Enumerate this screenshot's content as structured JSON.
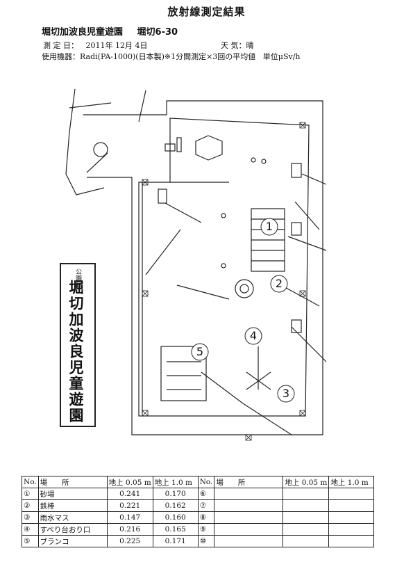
{
  "doc": {
    "title": "放射線測定結果",
    "park_name": "堀切加波良児童遊園",
    "park_address": "堀切6-30",
    "date_label": "測 定 日：",
    "date_value": "2011年 12月 4日",
    "weather_label": "天 気：",
    "weather_value": "晴",
    "device_label": "使用機器：",
    "device_value": "Radi(PA-1000)(日本製)※1分間測定×3回の平均値",
    "unit": "単位μSv/h"
  },
  "map": {
    "park_label": "公園名",
    "park_name_vertical": "堀切加波良児童遊園",
    "markers": [
      "1",
      "2",
      "3",
      "4",
      "5"
    ]
  },
  "table": {
    "headers": [
      "No.",
      "場　　所",
      "地上 0.05 m",
      "地上 1.0 m",
      "No.",
      "場　　所",
      "地上 0.05 m",
      "地上 1.0 m"
    ],
    "rows": [
      {
        "no": "①",
        "place": "砂場",
        "v005": "0.241",
        "v10": "0.170",
        "no2": "⑥",
        "place2": "",
        "v005_2": "",
        "v10_2": ""
      },
      {
        "no": "②",
        "place": "鉄棒",
        "v005": "0.221",
        "v10": "0.162",
        "no2": "⑦",
        "place2": "",
        "v005_2": "",
        "v10_2": ""
      },
      {
        "no": "③",
        "place": "雨水マス",
        "v005": "0.147",
        "v10": "0.160",
        "no2": "⑧",
        "place2": "",
        "v005_2": "",
        "v10_2": ""
      },
      {
        "no": "④",
        "place": "すべり台おり口",
        "v005": "0.216",
        "v10": "0.165",
        "no2": "⑨",
        "place2": "",
        "v005_2": "",
        "v10_2": ""
      },
      {
        "no": "⑤",
        "place": "ブランコ",
        "v005": "0.225",
        "v10": "0.171",
        "no2": "⑩",
        "place2": "",
        "v005_2": "",
        "v10_2": ""
      }
    ]
  }
}
